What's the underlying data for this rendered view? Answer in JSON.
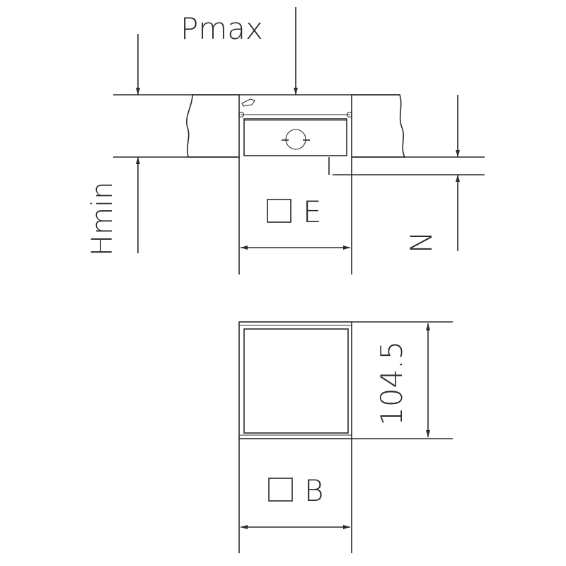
{
  "drawing": {
    "top_view": {
      "load_label": "Pmax",
      "height_label": "Hmin",
      "width_label": "E",
      "depth_label": "N"
    },
    "bottom_view": {
      "height_value": "104.5",
      "width_label": "B"
    },
    "colors": {
      "line": "#2a2a2a",
      "background": "#ffffff"
    }
  }
}
